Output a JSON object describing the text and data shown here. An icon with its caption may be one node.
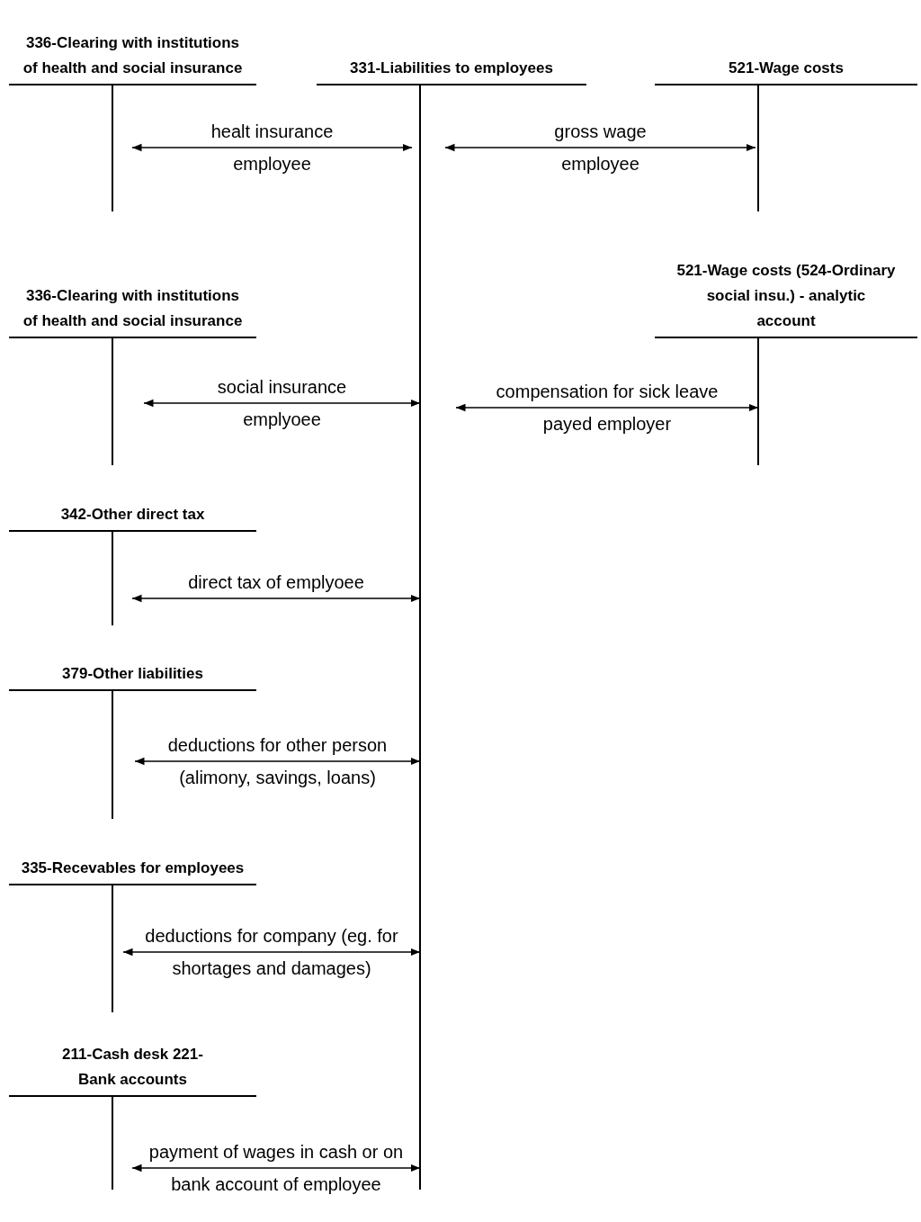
{
  "diagram": {
    "nodes": [
      {
        "text": [
          "336-Clearing with institutions of health and social insurance"
        ]
      },
      {
        "text": [
          "331-Liabilities to employees"
        ]
      },
      {
        "text": [
          "521-Wage costs"
        ]
      },
      {
        "text": [
          "336-Clearing with institutions of health and social insurance"
        ]
      },
      {
        "text": [
          "521-Wage costs (524-Ordinary social insu.) - analytic account"
        ]
      },
      {
        "text": [
          "342-Other direct tax"
        ]
      },
      {
        "text": [
          "379-Other liabilities"
        ]
      },
      {
        "text": [
          "335-Recevables for employees"
        ]
      },
      {
        "text": [
          "211-Cash desk 221-Bank accounts"
        ]
      }
    ],
    "edges": [
      {
        "from": 0,
        "to": 1,
        "arrow": "both",
        "label": "healt insurance employee"
      },
      {
        "from": 1,
        "to": 2,
        "arrow": "both",
        "label": "gross wage employee"
      },
      {
        "from": 3,
        "to": 1,
        "arrow": "both",
        "label": "social insurance emplyoee"
      },
      {
        "from": 1,
        "to": 4,
        "arrow": "both",
        "label": "compensation for sick leave payed employer"
      },
      {
        "from": 5,
        "to": 1,
        "arrow": "both",
        "label": "direct tax of emplyoee"
      },
      {
        "from": 6,
        "to": 1,
        "arrow": "both",
        "label": "deductions for other person (alimony, savings, loans)"
      },
      {
        "from": 7,
        "to": 1,
        "arrow": "both",
        "label": "deductions for company (eg. for shortages and damages)"
      },
      {
        "from": 8,
        "to": 1,
        "arrow": "both",
        "label": "payment of wages in cash or on bank account of employee"
      }
    ]
  }
}
